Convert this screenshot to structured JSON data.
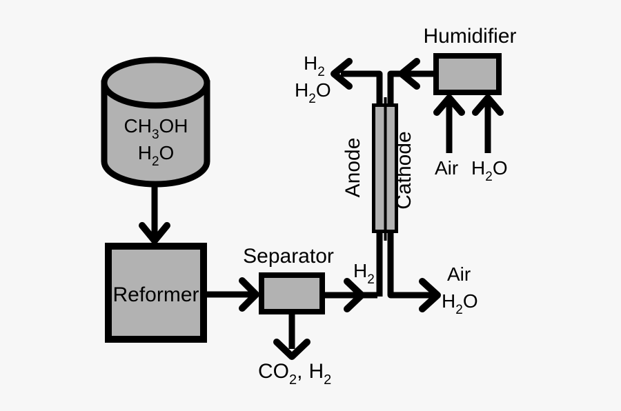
{
  "colors": {
    "background": "#f7f7f7",
    "component_fill": "#b2b2b2",
    "line": "#000000"
  },
  "components": {
    "tank": {
      "contents": [
        {
          "main": "CH",
          "sub": "3",
          "tail": "OH"
        },
        {
          "main": "H",
          "sub": "2",
          "tail": "O"
        }
      ]
    },
    "reformer": {
      "label": "Reformer"
    },
    "separator": {
      "label": "Separator"
    },
    "fuel_cell": {
      "anode": "Anode",
      "cathode": "Cathode"
    },
    "humidifier": {
      "label": "Humidifier"
    }
  },
  "streams": {
    "anode_exhaust": {
      "h2": {
        "main": "H",
        "sub": "2"
      },
      "h2o": {
        "main": "H",
        "sub": "2",
        "tail": "O"
      }
    },
    "anode_feed_h2": {
      "main": "H",
      "sub": "2"
    },
    "separator_offgas": {
      "co": "CO",
      "co_sub": "2",
      "comma": ",",
      "h": "H",
      "h_sub": "2"
    },
    "cathode_exhaust": {
      "air": "Air",
      "h2o": {
        "main": "H",
        "sub": "2",
        "tail": "O"
      }
    },
    "humidifier_in": {
      "air": "Air",
      "h2o": {
        "main": "H",
        "sub": "2",
        "tail": "O"
      }
    }
  }
}
